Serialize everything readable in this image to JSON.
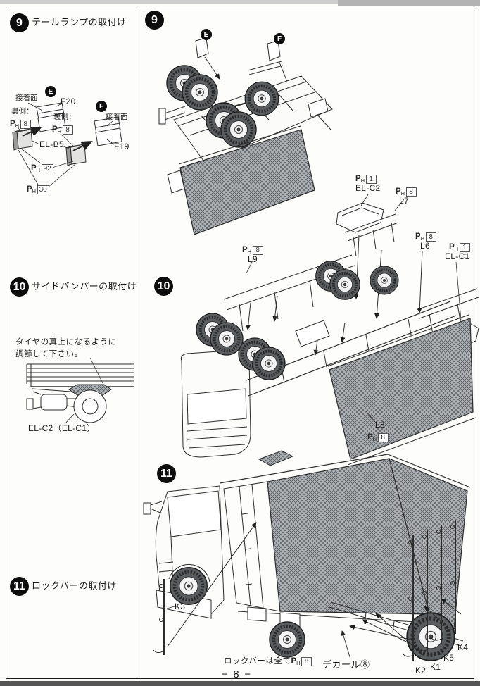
{
  "page": {
    "footer_page_number": "− 8 −"
  },
  "paint_symbol": {
    "main": "P",
    "sub": "H"
  },
  "sidebar": {
    "step9": {
      "number": "9",
      "title": "テールランプの取付け",
      "labels": {
        "glue_left": "接着面",
        "badge_e": "E",
        "f20": "F20",
        "back_left": "裏側：",
        "ph_back_left": "8",
        "badge_f": "F",
        "back_right": "裏側：",
        "ph_back_right": "8",
        "glue_right": "接着面",
        "el_b5": "EL-B5",
        "f19": "F19",
        "ph_92": "92",
        "ph_30": "30"
      }
    },
    "step10": {
      "number": "10",
      "title": "サイドバンパーの取付け",
      "note_line1": "タイヤの真上になるように",
      "note_line2": "調節して下さい。",
      "part": "EL-C2（EL-C1）"
    },
    "step11": {
      "number": "11",
      "title": "ロックバーの取付け"
    }
  },
  "main": {
    "step9": {
      "number": "9",
      "badge_e": "E",
      "badge_f": "F"
    },
    "step10": {
      "number": "10",
      "el_c2": {
        "ph": "1",
        "name": "EL-C2"
      },
      "l7": {
        "ph": "8",
        "name": "L7"
      },
      "l9": {
        "ph": "8",
        "name": "L9"
      },
      "l6": {
        "ph": "8",
        "name": "L6"
      },
      "el_c1": {
        "ph": "1",
        "name": "EL-C1"
      },
      "l8": {
        "ph": "8",
        "name": "L8"
      }
    },
    "step11": {
      "number": "11",
      "k3": "K3",
      "k2": "K2",
      "k1": "K1",
      "k5": "K5",
      "k4": "K4",
      "decal": "デカール⑧",
      "note_text": "ロックバーは全て",
      "note_ph": "8"
    }
  }
}
